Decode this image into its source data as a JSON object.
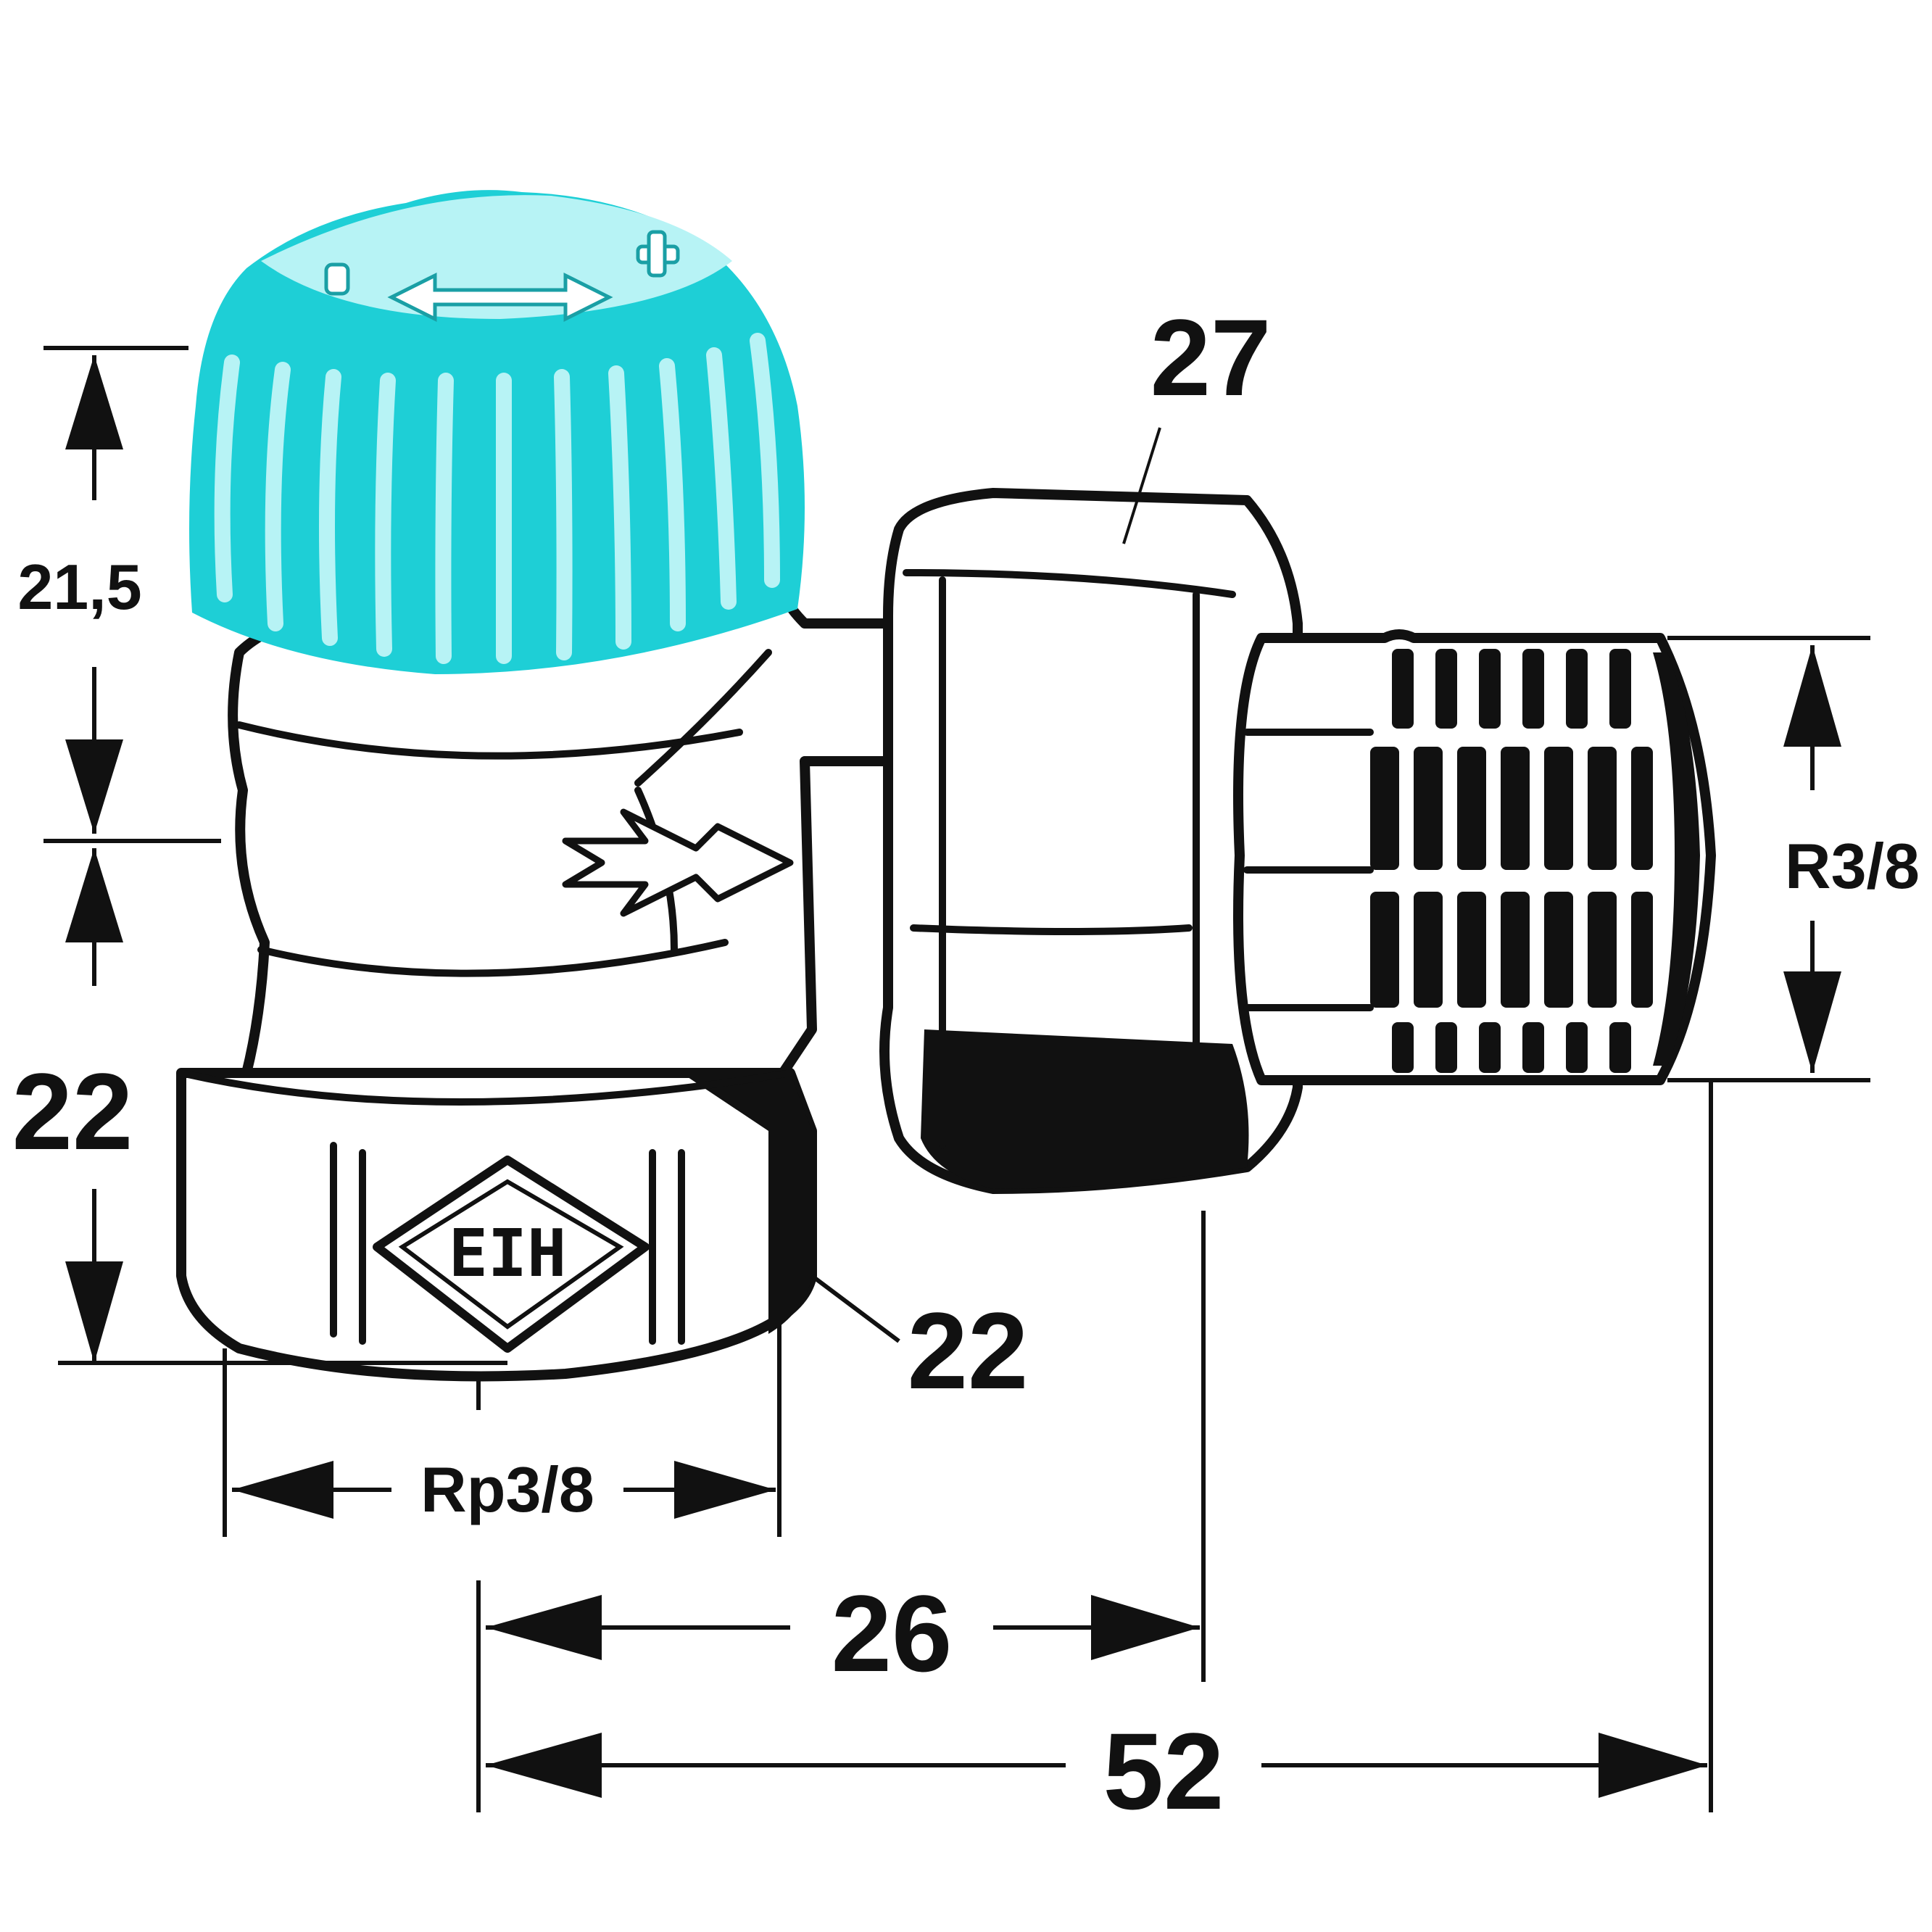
{
  "colors": {
    "cap": "#1ecfd6",
    "cap_light": "#b7f3f5",
    "ink": "#111111",
    "background": "#ffffff"
  },
  "dimensions": {
    "cap_height": "21,5",
    "body_height": "22",
    "inlet_thread": "Rp3/8",
    "inlet_hex": "22",
    "union_nut_hex": "27",
    "outlet_thread": "R3/8",
    "axis_to_nut": "26",
    "axis_to_outlet": "52"
  },
  "icons": {
    "cap_symbols": "adjust-arrows-icon",
    "flow_arrow": "flow-direction-arrow-icon",
    "brand_logo": "maker-diamond-logo"
  },
  "logo_text": "EIH"
}
